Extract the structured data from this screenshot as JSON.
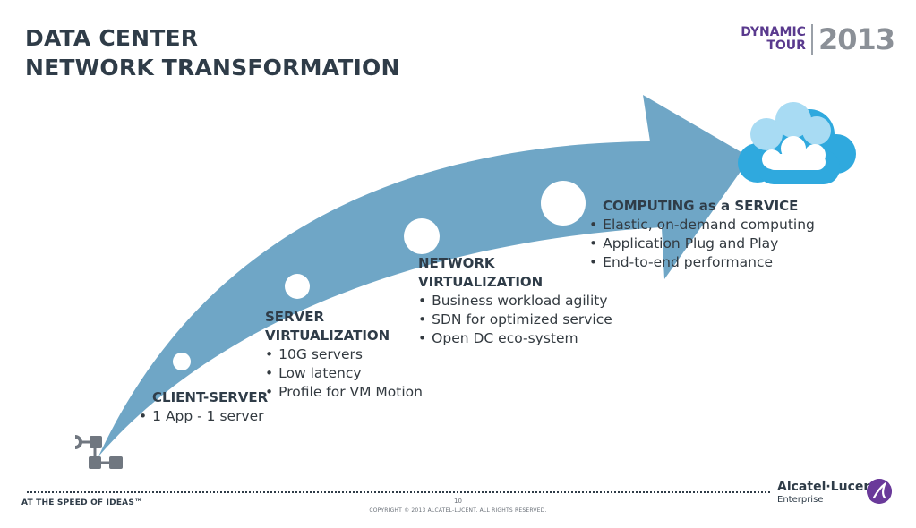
{
  "title": {
    "line1": "DATA CENTER",
    "line2": "NETWORK TRANSFORMATION"
  },
  "event_logo": {
    "word1": "DYNAMIC",
    "word2": "TOUR",
    "year": "2013"
  },
  "stages": [
    {
      "title_lines": [
        "CLIENT-SERVER"
      ],
      "bullets": [
        "1 App - 1 server"
      ]
    },
    {
      "title_lines": [
        "SERVER",
        "VIRTUALIZATION"
      ],
      "bullets": [
        "10G servers",
        "Low latency",
        "Profile for VM Motion"
      ]
    },
    {
      "title_lines": [
        "NETWORK",
        "VIRTUALIZATION"
      ],
      "bullets": [
        "Business workload agility",
        "SDN for optimized service",
        "Open DC eco-system"
      ]
    },
    {
      "title_lines": [
        "COMPUTING as a SERVICE"
      ],
      "bullets": [
        "Elastic, on-demand computing",
        "Application Plug and Play",
        "End-to-end performance"
      ]
    }
  ],
  "icons": {
    "start": "network-nodes-icon",
    "end": "cloud-icon"
  },
  "colors": {
    "arrow": "#6fa6c6",
    "cloud_dark": "#2fa9de",
    "cloud_light": "#a8dbf3",
    "title": "#2f3c48",
    "accent": "#5a3a8e"
  },
  "footer": {
    "tagline": "AT THE SPEED OF IDEAS™",
    "page_number": "10",
    "copyright": "COPYRIGHT © 2013 ALCATEL-LUCENT.   ALL RIGHTS RESERVED.",
    "brand_name": "Alcatel·Lucent",
    "brand_sub": "Enterprise"
  }
}
